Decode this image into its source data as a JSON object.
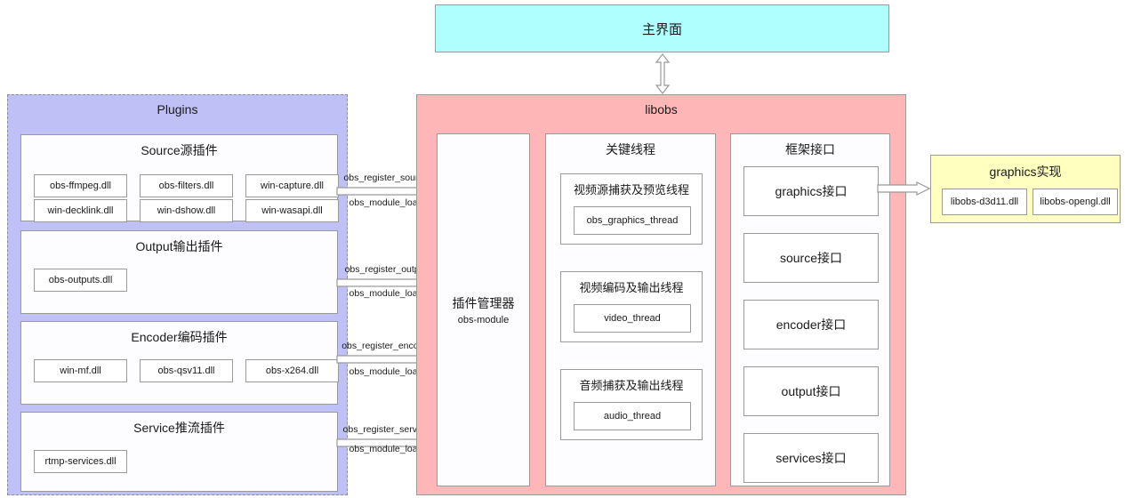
{
  "main_ui": {
    "label": "主界面"
  },
  "vertical_arrow": {
    "name": "bidirectional-arrow"
  },
  "plugins": {
    "title": "Plugins",
    "groups": [
      {
        "title": "Source源插件",
        "dlls": [
          "obs-ffmpeg.dll",
          "obs-filters.dll",
          "win-capture.dll",
          "win-decklink.dll",
          "win-dshow.dll",
          "win-wasapi.dll"
        ]
      },
      {
        "title": "Output输出插件",
        "dlls": [
          "obs-outputs.dll"
        ]
      },
      {
        "title": "Encoder编码插件",
        "dlls": [
          "win-mf.dll",
          "obs-qsv11.dll",
          "obs-x264.dll"
        ]
      },
      {
        "title": "Service推流插件",
        "dlls": [
          "rtmp-services.dll"
        ]
      }
    ]
  },
  "connectors": [
    {
      "above": "obs_register_source",
      "below": "obs_module_load"
    },
    {
      "above": "obs_register_output",
      "below": "obs_module_load"
    },
    {
      "above": "obs_register_encoder",
      "below": "obs_module_load"
    },
    {
      "above": "obs_register_service",
      "below": "obs_module_load"
    }
  ],
  "libobs": {
    "title": "libobs",
    "plugin_manager": {
      "title": "插件管理器",
      "subtitle": "obs-module"
    },
    "threads": {
      "title": "关键线程",
      "items": [
        {
          "label": "视频源捕获及预览线程",
          "thread": "obs_graphics_thread"
        },
        {
          "label": "视频编码及输出线程",
          "thread": "video_thread"
        },
        {
          "label": "音频捕获及输出线程",
          "thread": "audio_thread"
        }
      ]
    },
    "framework": {
      "title": "框架接口",
      "items": [
        "graphics接口",
        "source接口",
        "encoder接口",
        "output接口",
        "services接口"
      ]
    }
  },
  "graphics_impl": {
    "title": "graphics实现",
    "dlls": [
      "libobs-d3d11.dll",
      "libobs-opengl.dll"
    ]
  },
  "colors": {
    "main_ui_bg": "#B0FFFF",
    "plugins_bg": "#BFC0F5",
    "libobs_bg": "#FFB6B6",
    "graphics_bg": "#FFFFBF",
    "box_border": "#9a9a9a"
  }
}
